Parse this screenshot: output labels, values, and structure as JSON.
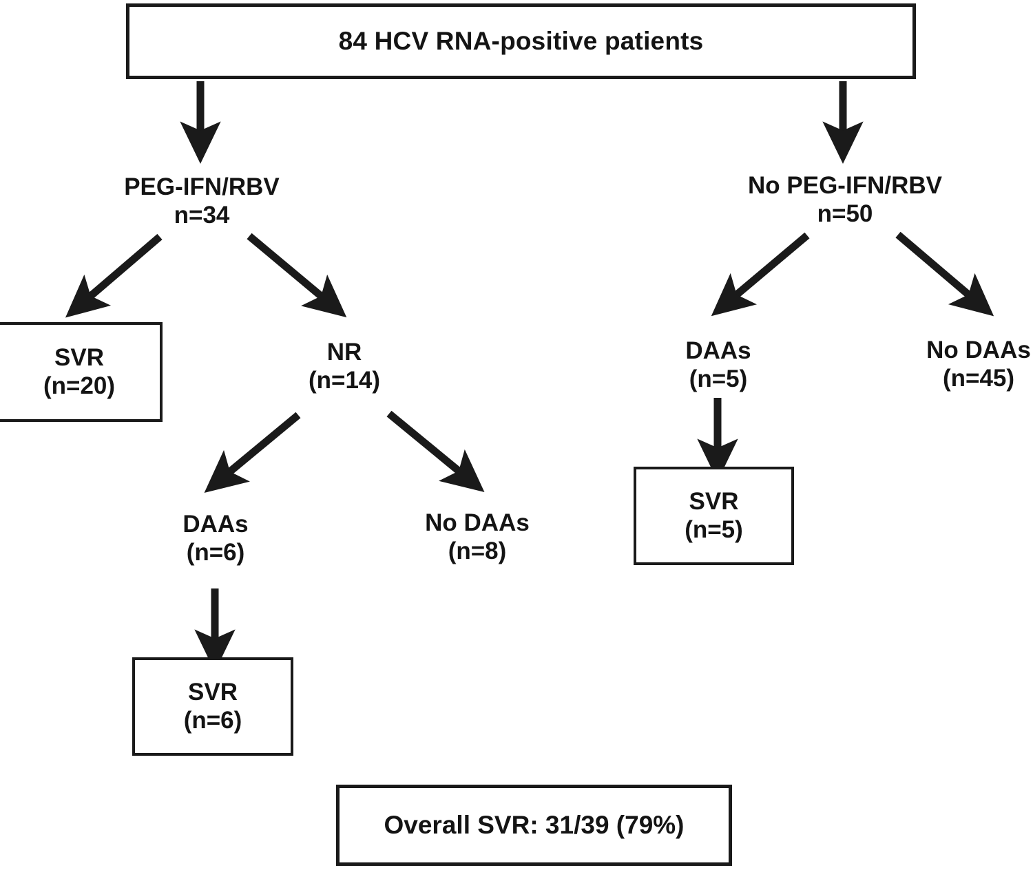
{
  "diagram": {
    "title": "HCV treatment cascade flowchart",
    "colors": {
      "stroke": "#1a1a1a",
      "text": "#141414",
      "background": "#ffffff"
    },
    "nodes": {
      "root": {
        "label": "84 HCV RNA-positive patients",
        "shape": "box"
      },
      "peg_ifn": {
        "label": "PEG-IFN/RBV",
        "count": "n=34",
        "shape": "text"
      },
      "no_peg_ifn": {
        "label": "No PEG-IFN/RBV",
        "count": "n=50",
        "shape": "text"
      },
      "svr20": {
        "label": "SVR",
        "count": "(n=20)",
        "shape": "box"
      },
      "nr": {
        "label": "NR",
        "count": "(n=14)",
        "shape": "text"
      },
      "daas5": {
        "label": "DAAs",
        "count": "(n=5)",
        "shape": "text"
      },
      "no_daas45": {
        "label": "No DAAs",
        "count": "(n=45)",
        "shape": "text"
      },
      "daas6": {
        "label": "DAAs",
        "count": "(n=6)",
        "shape": "text"
      },
      "no_daas8": {
        "label": "No DAAs",
        "count": "(n=8)",
        "shape": "text"
      },
      "svr5": {
        "label": "SVR",
        "count": "(n=5)",
        "shape": "box"
      },
      "svr6": {
        "label": "SVR",
        "count": "(n=6)",
        "shape": "box"
      },
      "summary": {
        "label": "Overall SVR: 31/39 (79%)",
        "shape": "box"
      }
    }
  },
  "chart_data": {
    "type": "diagram",
    "title": "84 HCV RNA-positive patients",
    "nodes": [
      {
        "id": "root",
        "text": "84 HCV RNA-positive patients",
        "n": 84
      },
      {
        "id": "peg_ifn",
        "text": "PEG-IFN/RBV n=34",
        "n": 34
      },
      {
        "id": "no_peg_ifn",
        "text": "No PEG-IFN/RBV n=50",
        "n": 50
      },
      {
        "id": "svr20",
        "text": "SVR (n=20)",
        "n": 20
      },
      {
        "id": "nr",
        "text": "NR (n=14)",
        "n": 14
      },
      {
        "id": "daas6",
        "text": "DAAs (n=6)",
        "n": 6
      },
      {
        "id": "no_daas8",
        "text": "No DAAs (n=8)",
        "n": 8
      },
      {
        "id": "svr6",
        "text": "SVR (n=6)",
        "n": 6
      },
      {
        "id": "daas5",
        "text": "DAAs (n=5)",
        "n": 5
      },
      {
        "id": "no_daas45",
        "text": "No DAAs (n=45)",
        "n": 45
      },
      {
        "id": "svr5",
        "text": "SVR (n=5)",
        "n": 5
      },
      {
        "id": "summary",
        "text": "Overall SVR: 31/39 (79%)",
        "n": 31
      }
    ],
    "edges": [
      {
        "from": "root",
        "to": "peg_ifn"
      },
      {
        "from": "root",
        "to": "no_peg_ifn"
      },
      {
        "from": "peg_ifn",
        "to": "svr20"
      },
      {
        "from": "peg_ifn",
        "to": "nr"
      },
      {
        "from": "nr",
        "to": "daas6"
      },
      {
        "from": "nr",
        "to": "no_daas8"
      },
      {
        "from": "daas6",
        "to": "svr6"
      },
      {
        "from": "no_peg_ifn",
        "to": "daas5"
      },
      {
        "from": "no_peg_ifn",
        "to": "no_daas45"
      },
      {
        "from": "daas5",
        "to": "svr5"
      }
    ]
  }
}
